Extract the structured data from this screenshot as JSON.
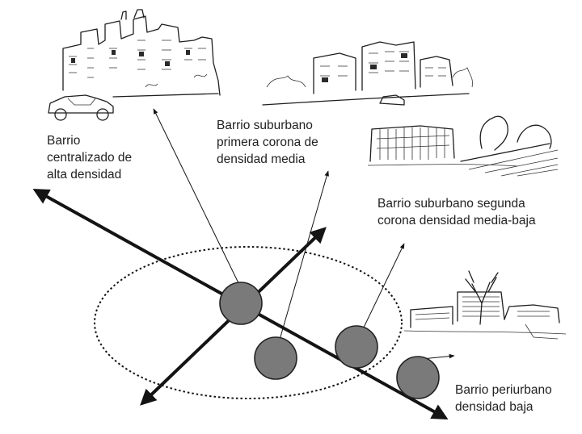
{
  "labels": {
    "central": [
      "Barrio",
      "centralizado de",
      "alta densidad"
    ],
    "suburban_first": [
      "Barrio suburbano",
      "primera corona de",
      "densidad media"
    ],
    "suburban_second": [
      "Barrio suburbano segunda",
      "corona densidad media-baja"
    ],
    "periurban": [
      "Barrio periurbano",
      "densidad baja"
    ]
  },
  "colors": {
    "circle_fill": "#7a7a7a",
    "axis": "#141414",
    "text": "#222222"
  }
}
